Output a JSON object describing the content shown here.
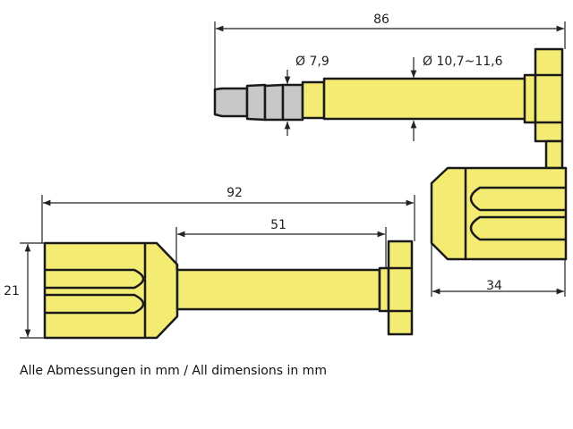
{
  "colors": {
    "body_fill": "#f4ec72",
    "tip_fill": "#c8c8c8",
    "outline": "#1a1a1a",
    "dim_line": "#222222"
  },
  "dimensions": {
    "top_length": "86",
    "tip_diameter": "Ø 7,9",
    "shaft_diameter": "Ø 10,7~11,6",
    "bolt_length": "92",
    "shaft_length": "51",
    "head_height": "21",
    "barrel_width": "34"
  },
  "caption": "Alle Abmessungen in mm / All dimensions in mm"
}
